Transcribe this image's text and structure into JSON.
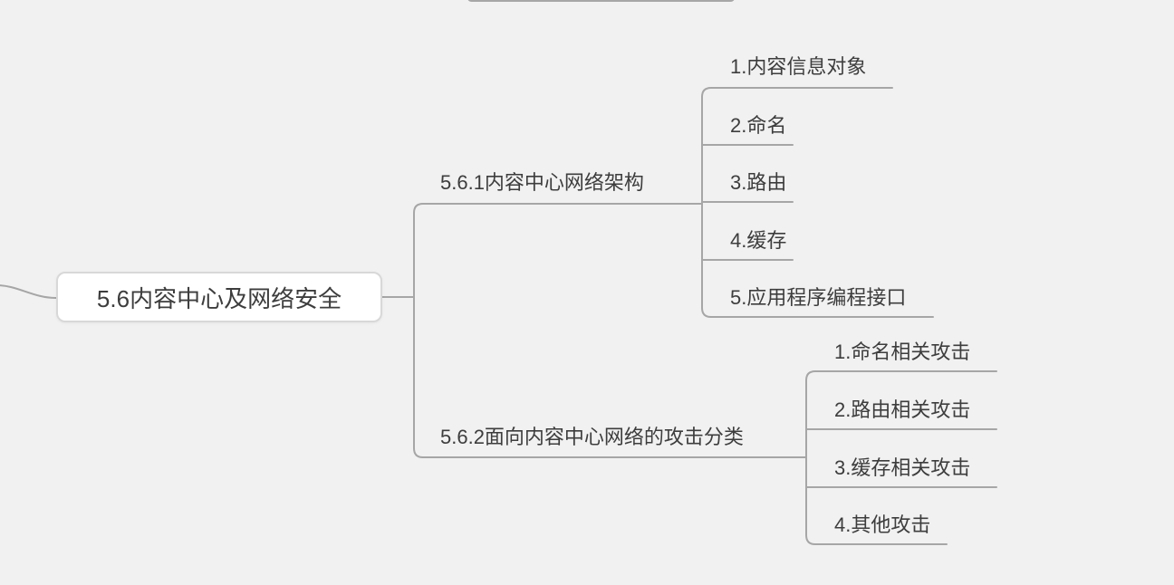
{
  "theme": {
    "canvas_bg": "#f1f1f1",
    "line_color": "#a6a6a6",
    "text_color": "#3d3d3d",
    "node_bg": "#ffffff",
    "node_border": "#d8d8d8"
  },
  "mindmap": {
    "root": {
      "label": "5.6内容中心及网络安全"
    },
    "branches": [
      {
        "label": "5.6.1内容中心网络架构",
        "children": [
          {
            "label": "1.内容信息对象"
          },
          {
            "label": "2.命名"
          },
          {
            "label": "3.路由"
          },
          {
            "label": "4.缓存"
          },
          {
            "label": "5.应用程序编程接口"
          }
        ]
      },
      {
        "label": "5.6.2面向内容中心网络的攻击分类",
        "children": [
          {
            "label": "1.命名相关攻击"
          },
          {
            "label": "2.路由相关攻击"
          },
          {
            "label": "3.缓存相关攻击"
          },
          {
            "label": "4.其他攻击"
          }
        ]
      }
    ]
  }
}
